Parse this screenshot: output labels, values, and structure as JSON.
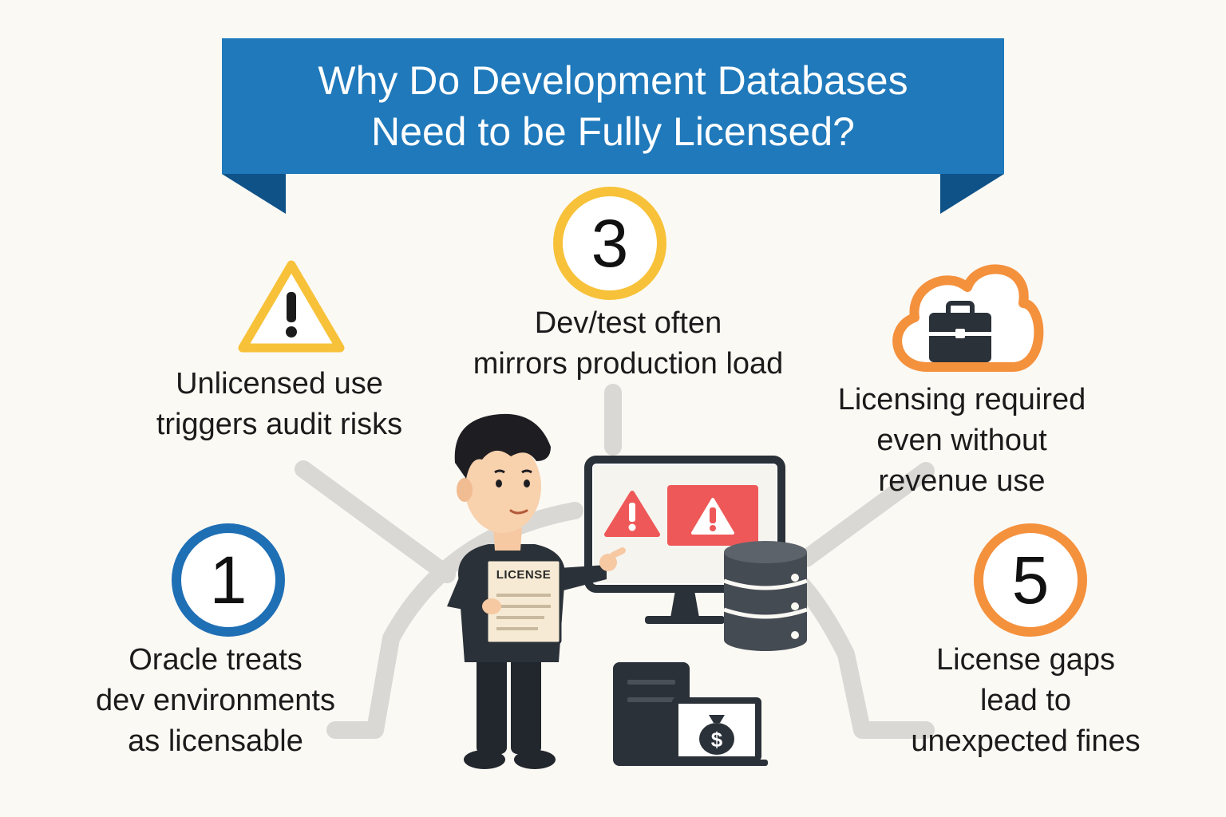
{
  "title": {
    "line1": "Why Do Development Databases",
    "line2": "Need to be Fully Licensed?"
  },
  "colors": {
    "banner": "#1f79bb",
    "banner_dark": "#0e5288",
    "blue": "#1f6fb5",
    "yellow": "#f7c239",
    "orange": "#f4913d",
    "red": "#ef5858",
    "dark": "#2b3138",
    "connector": "#d9d8d4"
  },
  "items": [
    {
      "number": "1",
      "lines": [
        "Oracle treats",
        "dev environments",
        "as licensable"
      ],
      "color": "blue"
    },
    {
      "icon": "warning-icon",
      "lines": [
        "Unlicensed use",
        "triggers audit risks"
      ],
      "color": "yellow"
    },
    {
      "number": "3",
      "lines": [
        "Dev/test often",
        "mirrors production load"
      ],
      "color": "yellow"
    },
    {
      "icon": "cloud-briefcase-icon",
      "lines": [
        "Licensing required",
        "even without",
        "revenue use"
      ],
      "color": "orange"
    },
    {
      "number": "5",
      "lines": [
        "License gaps",
        "lead to",
        "unexpected fines"
      ],
      "color": "orange"
    }
  ],
  "illustration": {
    "document_label": "LICENSE",
    "icons": [
      "person-illustration",
      "monitor-alert-icon",
      "database-icon",
      "server-icon",
      "money-bag-icon"
    ]
  }
}
